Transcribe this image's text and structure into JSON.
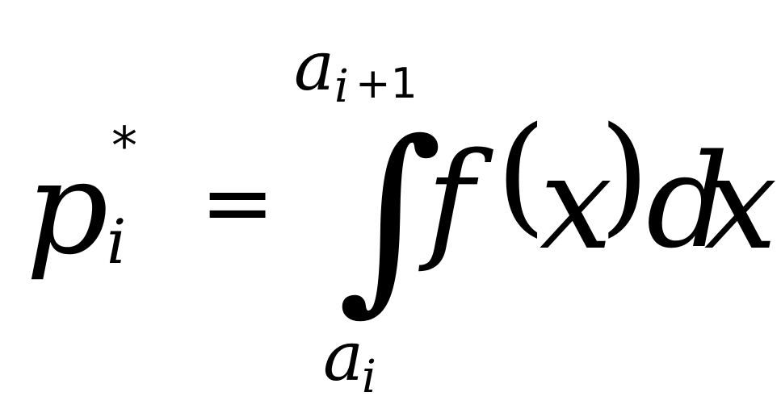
{
  "formula": {
    "lhs": {
      "variable": "p",
      "superscript": "*",
      "subscript": "i"
    },
    "relation": "=",
    "integral": {
      "symbol": "∫",
      "upper_limit": {
        "base": "a",
        "index": "i",
        "offset": "+1"
      },
      "lower_limit": {
        "base": "a",
        "index": "i"
      }
    },
    "integrand": {
      "function": "f",
      "open_paren": "(",
      "argument": "x",
      "close_paren": ")",
      "differential_d": "d",
      "differential_var": "x"
    }
  }
}
